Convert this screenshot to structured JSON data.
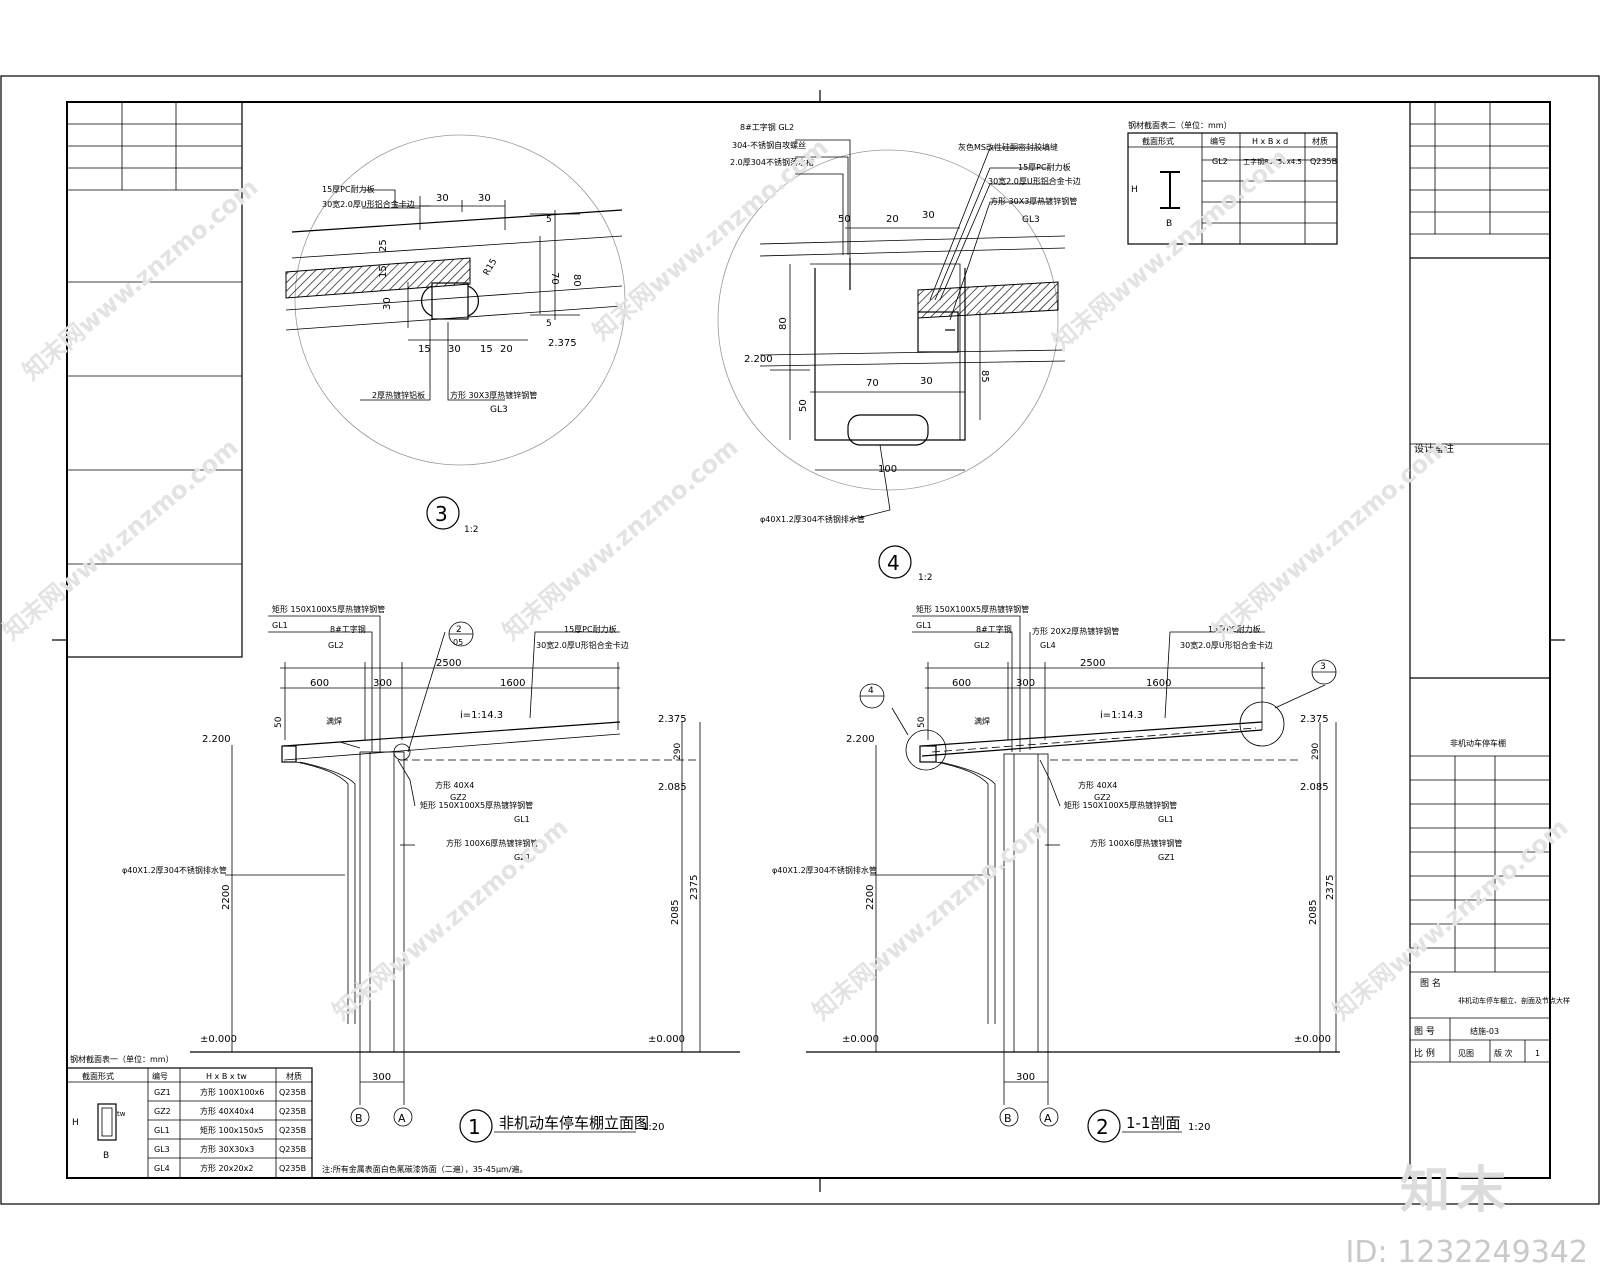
{
  "watermarks": [
    "知末网www.znzmo.com"
  ],
  "brand": "知末",
  "image_id": "ID: 1232249342",
  "detail3": {
    "callouts": [
      "15厚PC耐力板",
      "30宽2.0厚U形铝合金卡边",
      "2厚热镀锌铝板",
      "方形 30X3厚热镀锌钢管",
      "GL3"
    ],
    "dims": [
      "30",
      "30",
      "25",
      "15",
      "30",
      "R15",
      "15",
      "30",
      "15",
      "20",
      "80",
      "70",
      "5",
      "5",
      "2.375"
    ],
    "label": "3",
    "scale": "1:2"
  },
  "detail4": {
    "callouts": [
      "8#工字钢 GL2",
      "304-不锈钢自攻螺丝",
      "2.0厚304不锈钢落水槽",
      "灰色MS改性硅酮密封胶填缝",
      "15厚PC耐力板",
      "30宽2.0厚U形铝合金卡边",
      "方形 30X3厚热镀锌钢管",
      "GL3",
      "φ40X1.2厚304不锈钢排水管"
    ],
    "dims": [
      "50",
      "20",
      "30",
      "80",
      "2.200",
      "70",
      "30",
      "85",
      "50",
      "100"
    ],
    "label": "4",
    "scale": "1:2"
  },
  "table2": {
    "title": "钢材截面表二（单位：mm）",
    "headers": [
      "截面形式",
      "编号",
      "H x B x d",
      "材质"
    ],
    "rows": [
      [
        "GL2",
        "工字钢80X50x4.5",
        "Q235B"
      ]
    ],
    "sym_H": "H",
    "sym_B": "B"
  },
  "elev1": {
    "top_callouts": [
      "矩形 150X100X5厚热镀锌钢管",
      "GL1",
      "8#工字钢",
      "GL2",
      "15厚PC耐力板",
      "30宽2.0厚U形铝合金卡边"
    ],
    "detail_ref_num": "2",
    "detail_ref_sheet": "05",
    "dims_top": [
      "2500",
      "600",
      "300",
      "1600"
    ],
    "slope": "i=1:14.3",
    "weld": "满焊",
    "levels": [
      "2.200",
      "2.375",
      "2.085",
      "±0.000"
    ],
    "dim_side": [
      "50",
      "290",
      "2200",
      "2085",
      "2375",
      "300"
    ],
    "right_callouts": [
      "方形 40X4",
      "GZ2",
      "矩形 150X100X5厚热镀锌钢管",
      "GL1",
      "方形 100X6厚热镀锌钢管",
      "GZ1"
    ],
    "pipe": "φ40X1.2厚304不锈钢排水管",
    "axes": [
      "B",
      "A"
    ],
    "title_num": "1",
    "title": "非机动车停车棚立面图",
    "scale": "1:20"
  },
  "elev2": {
    "top_callouts": [
      "矩形 150X100X5厚热镀锌钢管",
      "GL1",
      "8#工字钢",
      "GL2",
      "方形 20X2厚热镀锌钢管",
      "GL4",
      "15厚PC耐力板",
      "30宽2.0厚U形铝合金卡边"
    ],
    "detail_refs": [
      "4",
      "3"
    ],
    "dims_top": [
      "2500",
      "600",
      "300",
      "1600"
    ],
    "slope": "i=1:14.3",
    "weld": "满焊",
    "levels": [
      "2.200",
      "2.375",
      "2.085",
      "±0.000"
    ],
    "dim_side": [
      "50",
      "290",
      "2200",
      "2085",
      "2375",
      "300"
    ],
    "right_callouts": [
      "方形 40X4",
      "GZ2",
      "矩形 150X100X5厚热镀锌钢管",
      "GL1",
      "方形 100X6厚热镀锌钢管",
      "GZ1"
    ],
    "pipe": "φ40X1.2厚304不锈钢排水管",
    "axes": [
      "B",
      "A"
    ],
    "title_num": "2",
    "title": "1-1剖面",
    "scale": "1:20"
  },
  "table1": {
    "title": "钢材截面表一（单位：mm）",
    "headers": [
      "截面形式",
      "编号",
      "H x B x tw",
      "材质"
    ],
    "rows": [
      [
        "GZ1",
        "方形 100X100x6",
        "Q235B"
      ],
      [
        "GZ2",
        "方形 40X40x4",
        "Q235B"
      ],
      [
        "GL1",
        "矩形 100x150x5",
        "Q235B"
      ],
      [
        "GL3",
        "方形 30X30x3",
        "Q235B"
      ],
      [
        "GL4",
        "方形 20x20x2",
        "Q235B"
      ]
    ],
    "sym_H": "H",
    "sym_B": "B",
    "sym_tw": "tw"
  },
  "note": "注:所有金属表面白色氟碳漆饰面（二遍），35-45μm/遍。",
  "titleblock": {
    "design_note": "设计备注",
    "project": "非机动车停车棚",
    "drawing_label": "图 名",
    "drawing_title": "非机动车停车棚立、剖面及节点大样",
    "no_label": "图 号",
    "no_value": "结施-03",
    "ratio_label": "比 例",
    "ratio_value": "见图",
    "ver_label": "版 次",
    "ver_value": "1"
  }
}
